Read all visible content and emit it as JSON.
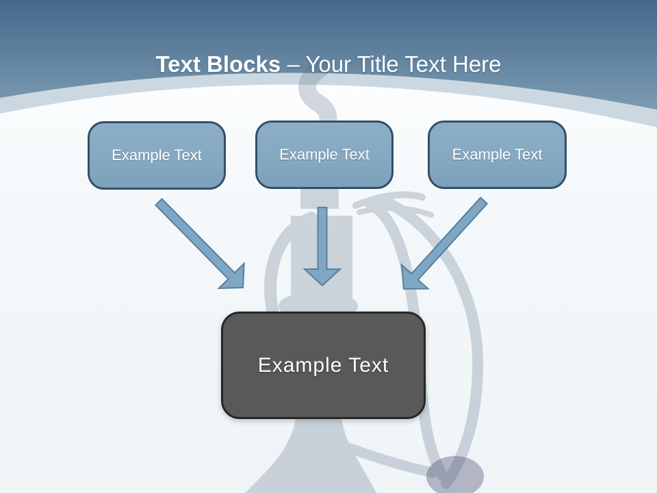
{
  "slide": {
    "title": {
      "emphasis": "Text Blocks",
      "rest": "– Your Title Text Here"
    },
    "blocks": {
      "top": [
        {
          "label": "Example Text"
        },
        {
          "label": "Example Text"
        },
        {
          "label": "Example Text"
        }
      ],
      "center": {
        "label": "Example Text"
      }
    },
    "connections": [
      {
        "from": "text-block-1",
        "to": "center-block",
        "icon": "arrow-down-right"
      },
      {
        "from": "text-block-2",
        "to": "center-block",
        "icon": "arrow-down"
      },
      {
        "from": "text-block-3",
        "to": "center-block",
        "icon": "arrow-down-left"
      }
    ],
    "background": {
      "watermark_icon": "hookah-photo-watermark"
    },
    "colors": {
      "header_gradient_top": "#46688a",
      "header_gradient_bottom": "#7fa0b5",
      "band": "#ccd8e1",
      "body_top": "#fbfdfe",
      "body_bottom": "#eff4f7",
      "box_fill": "#85a8c1",
      "box_border": "#344f69",
      "box_text": "#ffffff",
      "center_box_fill": "#595959",
      "center_box_border": "#262626",
      "arrow_fill": "#7fa6c3",
      "arrow_stroke": "#56809f",
      "title_text": "#ffffff",
      "watermark": "#5a6d85"
    }
  }
}
